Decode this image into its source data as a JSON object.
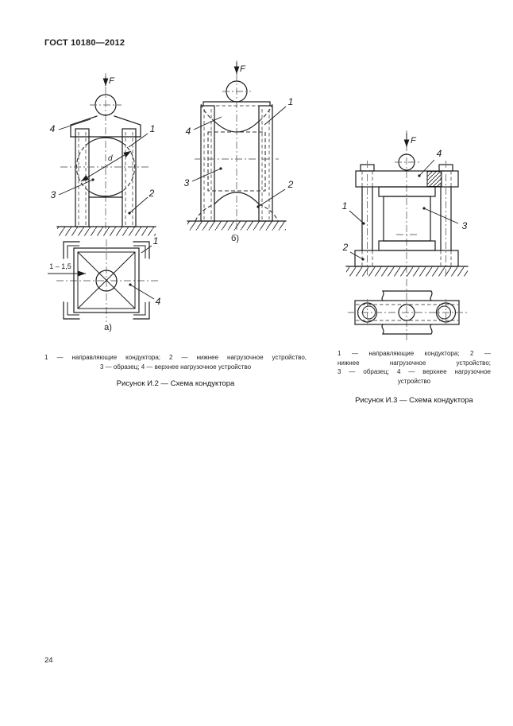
{
  "page": {
    "header": "ГОСТ 10180—2012",
    "page_number": "24"
  },
  "drawing_labels": {
    "force": "F",
    "diameter": "d",
    "gap_dimension": "1 – 1,5",
    "view_a": "а)",
    "view_b": "б)",
    "callout_1": "1",
    "callout_2": "2",
    "callout_3": "3",
    "callout_4": "4"
  },
  "figure_i2": {
    "legend_line1": "1 — направляющие кондуктора; 2 — нижнее нагрузочное устройство,",
    "legend_line2": "3 — образец; 4 — верхнее нагрузочное устройство",
    "caption": "Рисунок И.2 — Схема кондуктора"
  },
  "figure_i3": {
    "legend_line1": "1 — направляющие кондуктора; 2 —",
    "legend_line2": "нижнее нагрузочное устройство;",
    "legend_line3": "3 — образец; 4 — верхнее нагрузочное",
    "legend_line4": "устройство",
    "caption": "Рисунок И.3 — Схема кондуктора"
  }
}
